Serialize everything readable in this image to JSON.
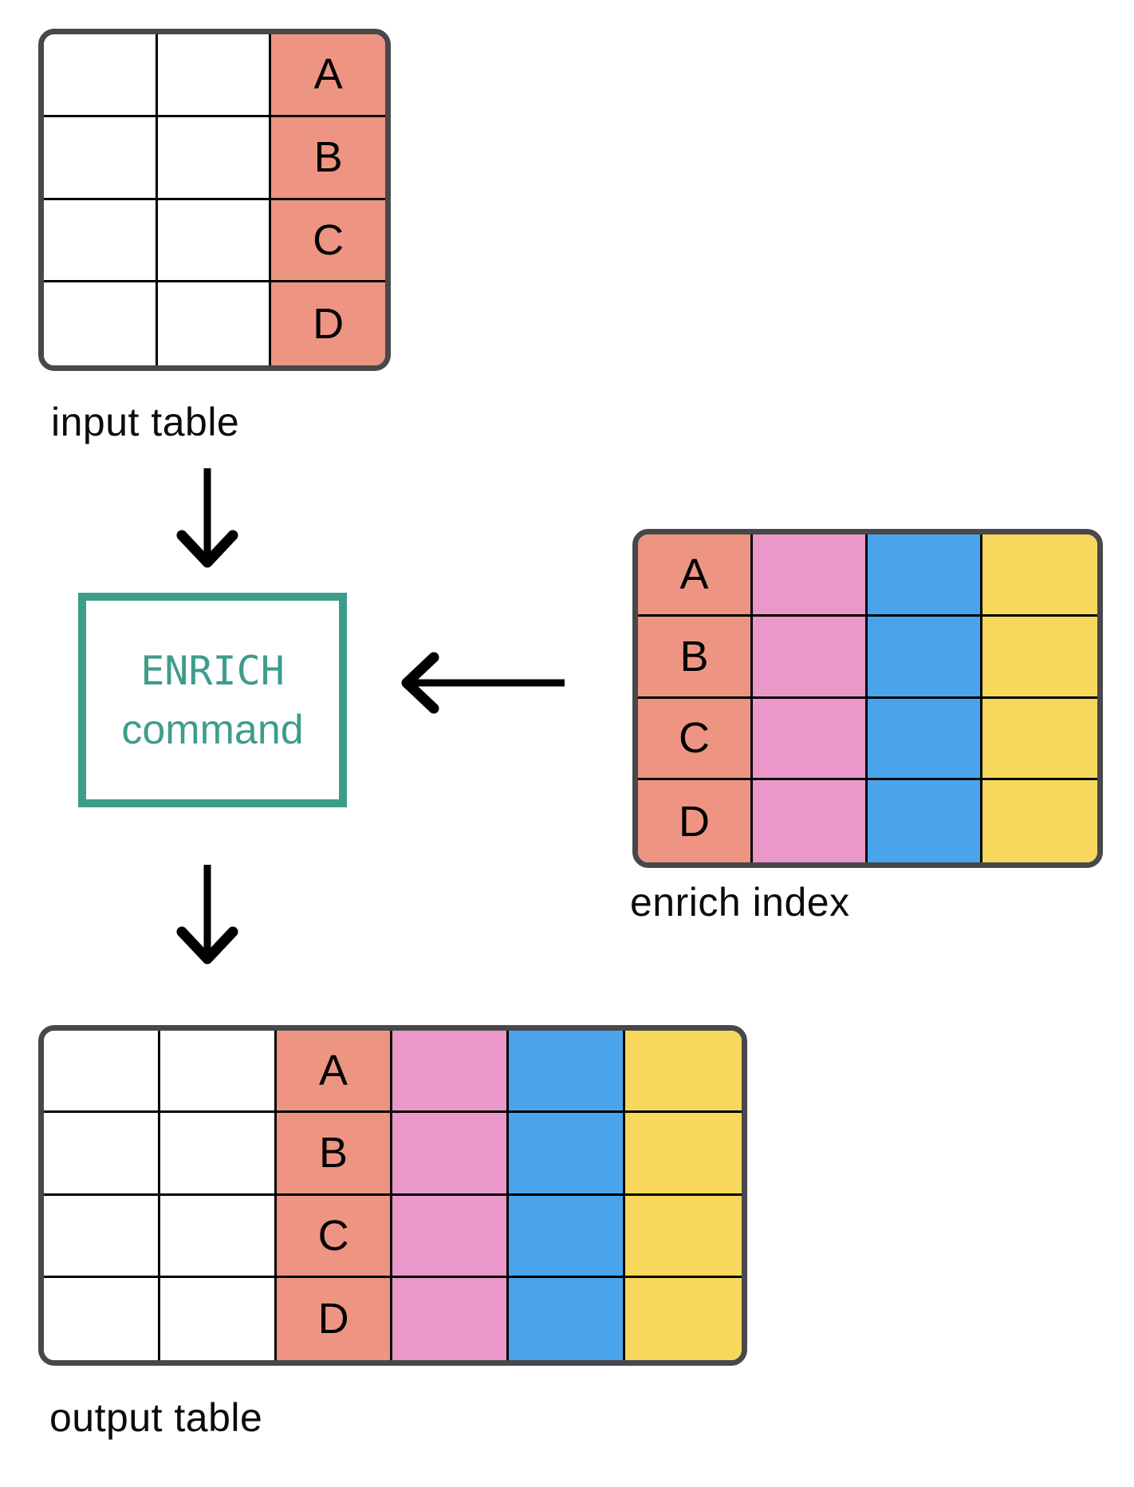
{
  "labels": {
    "input_table": "input table",
    "enrich_index": "enrich index",
    "output_table": "output table"
  },
  "command_box": {
    "line1": "ENRICH",
    "line2": "command"
  },
  "colors": {
    "white": "#FFFFFF",
    "salmon": "#ED9582",
    "pink": "#E998C9",
    "blue": "#4AA4EC",
    "yellow": "#F8D85C",
    "teal": "#3E9C8B",
    "frame_gray": "#48484A",
    "grid_line": "#000000",
    "arrow_black": "#000000"
  },
  "tables": {
    "input": {
      "name": "input table",
      "rows": 4,
      "columns": [
        {
          "color": "white"
        },
        {
          "color": "white"
        },
        {
          "color": "salmon",
          "labels": [
            "A",
            "B",
            "C",
            "D"
          ]
        }
      ]
    },
    "enrich": {
      "name": "enrich index",
      "rows": 4,
      "columns": [
        {
          "color": "salmon",
          "labels": [
            "A",
            "B",
            "C",
            "D"
          ]
        },
        {
          "color": "pink"
        },
        {
          "color": "blue"
        },
        {
          "color": "yellow"
        }
      ]
    },
    "output": {
      "name": "output table",
      "rows": 4,
      "columns": [
        {
          "color": "white"
        },
        {
          "color": "white"
        },
        {
          "color": "salmon",
          "labels": [
            "A",
            "B",
            "C",
            "D"
          ]
        },
        {
          "color": "pink"
        },
        {
          "color": "blue"
        },
        {
          "color": "yellow"
        }
      ]
    }
  }
}
